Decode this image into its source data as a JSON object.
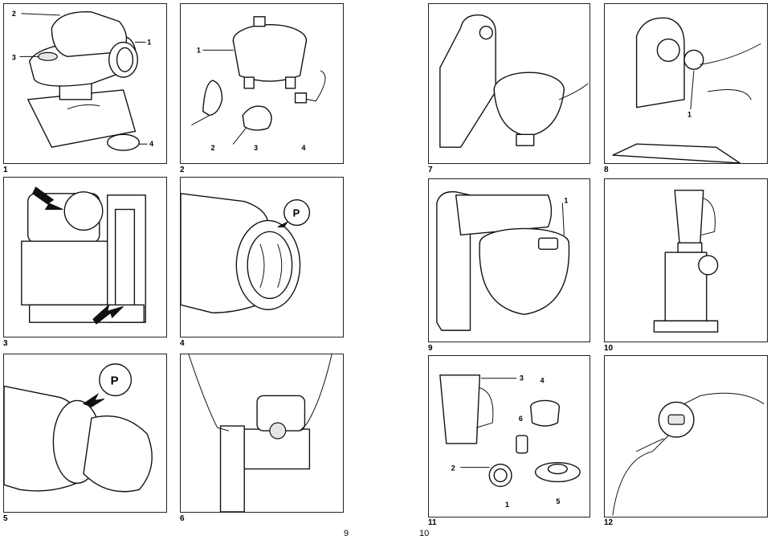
{
  "figures": [
    {
      "id": "1",
      "callouts": [
        "2",
        "1",
        "3",
        "4"
      ]
    },
    {
      "id": "2",
      "callouts": [
        "1",
        "2",
        "3",
        "4"
      ]
    },
    {
      "id": "3",
      "callouts": []
    },
    {
      "id": "4",
      "callouts": [],
      "symbol": "P"
    },
    {
      "id": "5",
      "callouts": [],
      "symbol": "P"
    },
    {
      "id": "6",
      "callouts": []
    },
    {
      "id": "7",
      "callouts": []
    },
    {
      "id": "8",
      "callouts": [
        "1"
      ]
    },
    {
      "id": "9",
      "callouts": [
        "1"
      ]
    },
    {
      "id": "10",
      "callouts": []
    },
    {
      "id": "11",
      "callouts": [
        "3",
        "4",
        "6",
        "2",
        "1",
        "5"
      ]
    },
    {
      "id": "12",
      "callouts": []
    }
  ],
  "page_numbers": {
    "left": "9",
    "right": "10"
  },
  "icons": [
    "arrow-icon",
    "rotate-lock-icon"
  ]
}
